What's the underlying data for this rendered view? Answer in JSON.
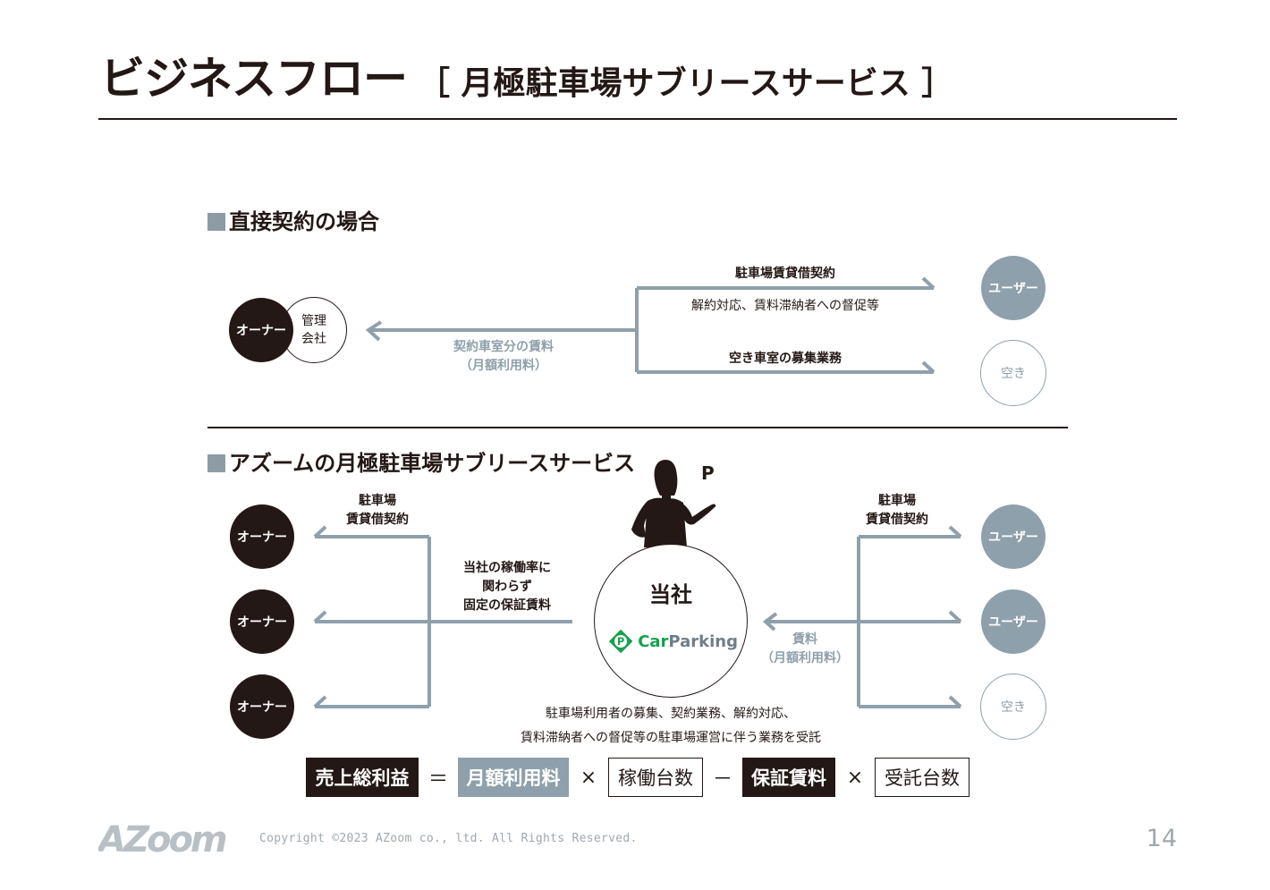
{
  "title": {
    "main": "ビジネスフロー",
    "sub": "［ 月極駐車場サブリースサービス ］"
  },
  "section_direct": {
    "title": "直接契約の場合",
    "owner": "オーナー",
    "management_line1": "管理",
    "management_line2": "会社",
    "fee_line1": "契約車室分の賃料",
    "fee_line2": "（月額利用料）",
    "contract_label": "駐車場賃貸借契約",
    "support_label": "解約対応、賃料滞納者への督促等",
    "recruit_label": "空き車室の募集業務",
    "user": "ユーザー",
    "vacant": "空き"
  },
  "section_sublease": {
    "title": "アズームの月極駐車場サブリースサービス",
    "owners": [
      "オーナー",
      "オーナー",
      "オーナー"
    ],
    "left_contract_line1": "駐車場",
    "left_contract_line2": "賃貸借契約",
    "guarantee_line1": "当社の稼働率に",
    "guarantee_line2": "関わらず",
    "guarantee_line3": "固定の保証賃料",
    "company_name": "当社",
    "logo_letter": "P",
    "logo_car": "Car",
    "logo_parking": "Parking",
    "parking_sign": "P",
    "right_contract_line1": "駐車場",
    "right_contract_line2": "賃貸借契約",
    "rent_line1": "賃料",
    "rent_line2": "（月額利用料）",
    "users": [
      "ユーザー",
      "ユーザー"
    ],
    "vacant": "空き",
    "outsourced_line1": "駐車場利用者の募集、契約業務、解約対応、",
    "outsourced_line2": "賃料滞納者への督促等の駐車場運営に伴う業務を受託"
  },
  "formula": {
    "gross_profit": "売上総利益",
    "equals": "＝",
    "monthly_fee": "月額利用料",
    "times1": "×",
    "occupied": "稼働台数",
    "minus": "－",
    "guaranteed_rent": "保証賃料",
    "times2": "×",
    "contracted": "受託台数"
  },
  "footer": {
    "logo_text": "AZoom",
    "copyright": "Copyright ©2023 AZoom co., ltd. All Rights Reserved.",
    "page": "14"
  },
  "colors": {
    "dark": "#231815",
    "accent_gray": "#8ea0ab",
    "brand_green": "#15a14d"
  }
}
